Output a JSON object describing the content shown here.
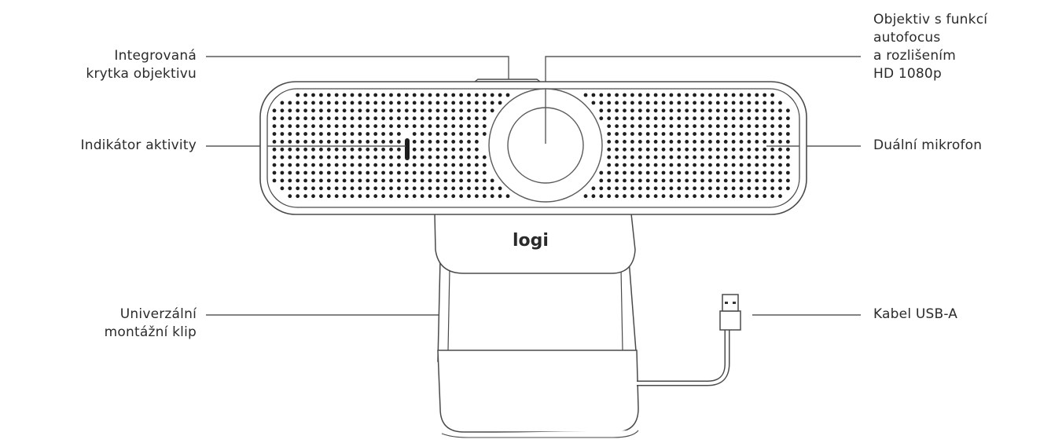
{
  "diagram": {
    "subject": "webcam",
    "brand_logo": "logi",
    "colors": {
      "background": "#ffffff",
      "line": "#5a5a5a",
      "text": "#2b2b2b",
      "dots": "#1e1e1e"
    },
    "callouts": {
      "lens_cover": {
        "lines": [
          "Integrovaná",
          "krytka objektivu"
        ]
      },
      "activity_light": {
        "lines": [
          "Indikátor aktivity"
        ]
      },
      "mounting_clip": {
        "lines": [
          "Univerzální",
          "montážní klip"
        ]
      },
      "lens": {
        "lines": [
          "Objektiv s funkcí",
          "autofocus",
          "a rozlišením",
          "HD 1080p"
        ]
      },
      "microphone": {
        "lines": [
          "Duální mikrofon"
        ]
      },
      "usb_cable": {
        "lines": [
          "Kabel USB-A"
        ]
      }
    }
  }
}
